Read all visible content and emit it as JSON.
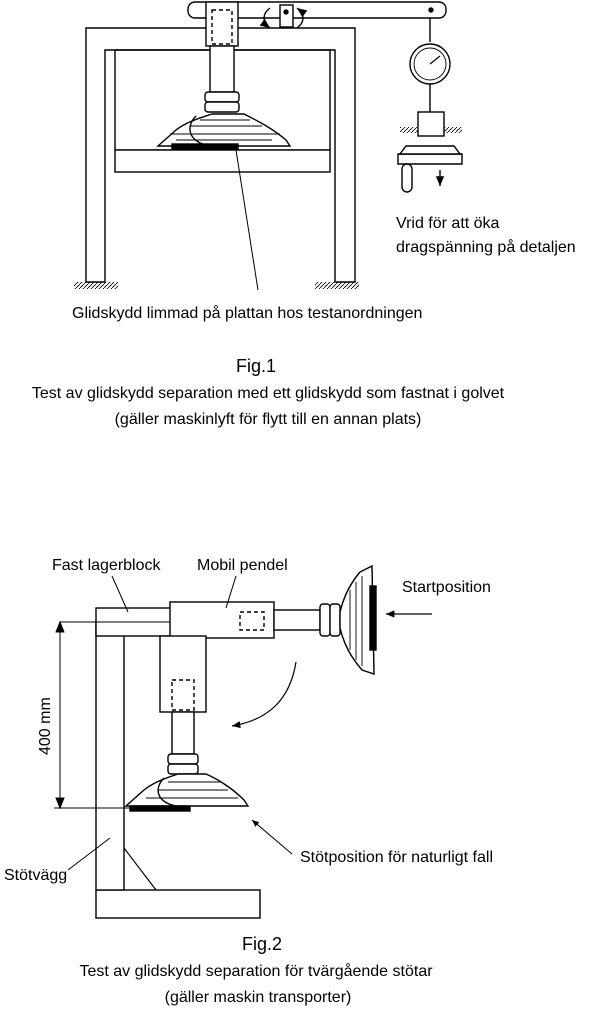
{
  "figure1": {
    "label_rotate": "Vrid för att öka",
    "label_rotate_2": "dragspänning på detaljen",
    "label_glued": "Glidskydd limmad på plattan hos testanordningen",
    "fig_number": "Fig.1",
    "caption_line1": "Test av glidskydd separation med ett glidskydd som fastnat i golvet",
    "caption_line2": "(gäller maskinlyft för flytt till en annan plats)"
  },
  "figure2": {
    "label_fixed_block": "Fast lagerblock",
    "label_pendulum": "Mobil pendel",
    "label_start": "Startposition",
    "label_height": "400 mm",
    "label_impact": "Stötposition för naturligt fall",
    "label_wall": "Stötvägg",
    "fig_number": "Fig.2",
    "caption_line1": "Test av glidskydd separation för tvärgående stötar",
    "caption_line2": "(gäller maskin transporter)"
  }
}
